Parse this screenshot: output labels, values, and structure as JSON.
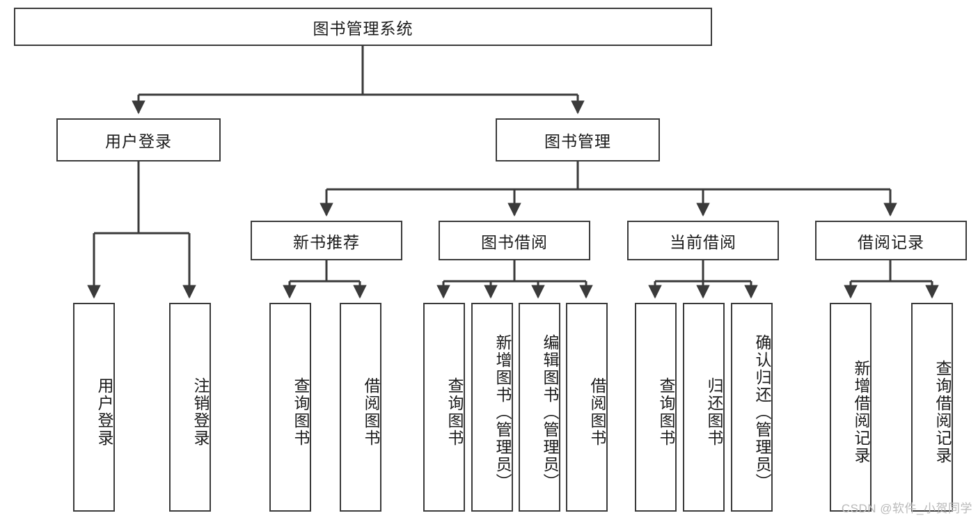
{
  "diagram": {
    "type": "tree-hierarchy",
    "title": "图书管理系统",
    "stroke_color": "#3a3a3a",
    "background_color": "#ffffff",
    "text_color": "#1a1a1a",
    "root": {
      "label": "图书管理系统"
    },
    "level1": [
      {
        "label": "用户登录"
      },
      {
        "label": "图书管理"
      }
    ],
    "level2": [
      {
        "label": "新书推荐"
      },
      {
        "label": "图书借阅"
      },
      {
        "label": "当前借阅"
      },
      {
        "label": "借阅记录"
      }
    ],
    "leaves": {
      "user_login": [
        {
          "label": "用户登录"
        },
        {
          "label": "注销登录"
        }
      ],
      "new_book_recommend": [
        {
          "label": "查询图书"
        },
        {
          "label": "借阅图书"
        }
      ],
      "book_borrow": [
        {
          "label": "查询图书"
        },
        {
          "label": "新增图书（管理员）"
        },
        {
          "label": "编辑图书（管理员）"
        },
        {
          "label": "借阅图书"
        }
      ],
      "current_borrow": [
        {
          "label": "查询图书"
        },
        {
          "label": "归还图书"
        },
        {
          "label": "确认归还（管理员）"
        }
      ],
      "borrow_record": [
        {
          "label": "新增借阅记录"
        },
        {
          "label": "查询借阅记录"
        }
      ]
    }
  },
  "watermark": {
    "text": "CSDN @软件_小贺同学"
  }
}
